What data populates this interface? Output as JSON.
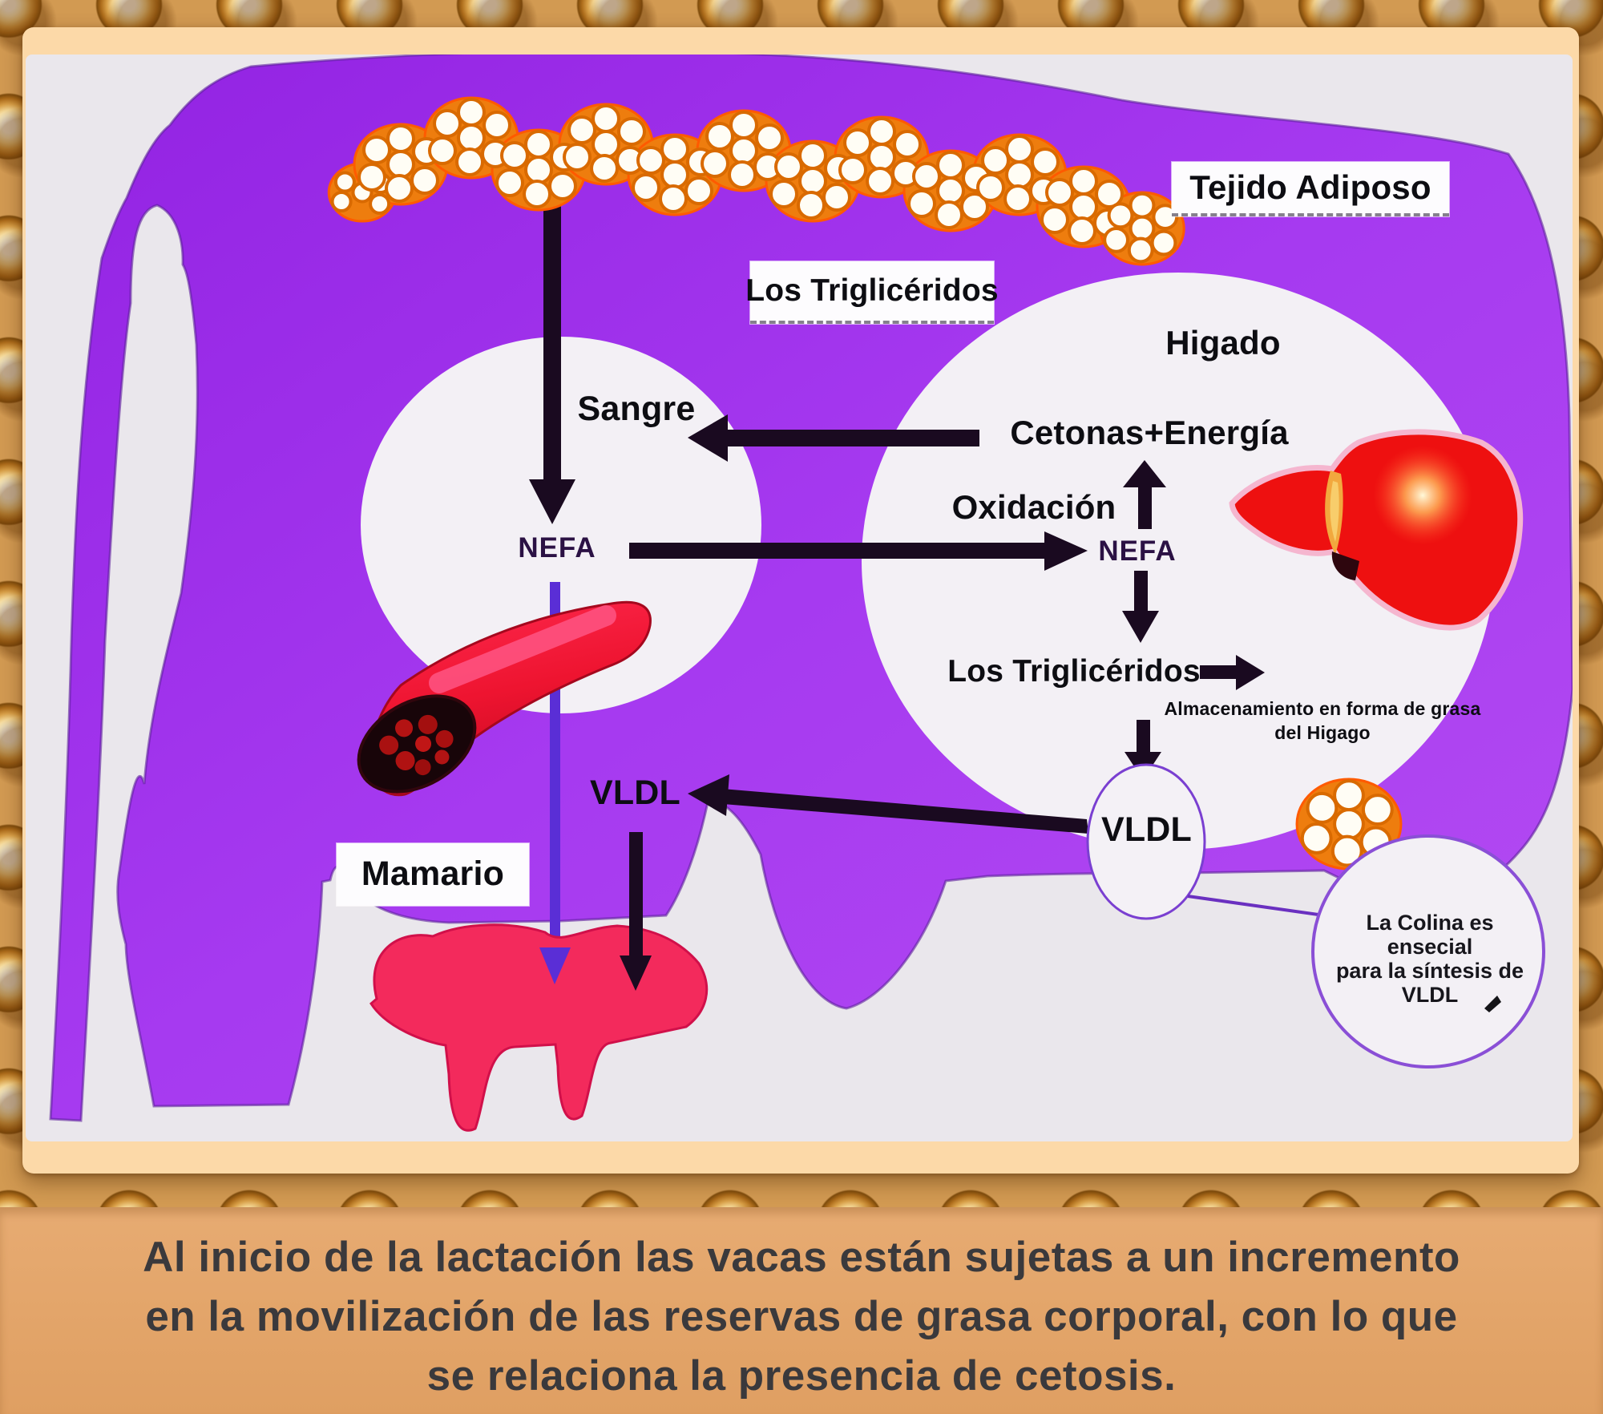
{
  "diagram": {
    "tissue_label": "Tejido Adiposo",
    "triglycerides_top_label": "Los Triglicéridos",
    "blood_label": "Sangre",
    "liver_label": "Higado",
    "ketones_label": "Cetonas+Energía",
    "oxidation_label": "Oxidación",
    "nefa_left_label": "NEFA",
    "nefa_right_label": "NEFA",
    "triglycerides_liver_label": "Los Triglicéridos",
    "storage_note_line1": "Almacenamiento en forma de grasa",
    "storage_note_line2": "del Higago",
    "vldl_left_label": "VLDL",
    "vldl_right_label": "VLDL",
    "mammary_label": "Mamario",
    "choline_note_line1": "La Colina es ensecial",
    "choline_note_line2": "para la síntesis de",
    "choline_note_line3": "VLDL"
  },
  "caption": {
    "line1": "Al inicio de la lactación las vacas están sujetas a un incremento",
    "line2": "en la movilización de las reservas de grasa corporal, con lo que",
    "line3": "se relaciona la presencia de cetosis."
  },
  "colors": {
    "gold_border": "#d29a52",
    "frame_peach": "#fcd9a8",
    "diagram_background": "#eae7ec",
    "cow_purple": "#a43cf0",
    "circle_white": "#f3f0f5",
    "fat_orange": "#ee7d0e",
    "blood_red": "#ee1430",
    "udder_pink": "#f32a5c",
    "arrow_black": "#1a0a20",
    "arrow_purple": "#5a2ed6",
    "caption_background": "#e3a469",
    "caption_text": "#3a393c"
  }
}
